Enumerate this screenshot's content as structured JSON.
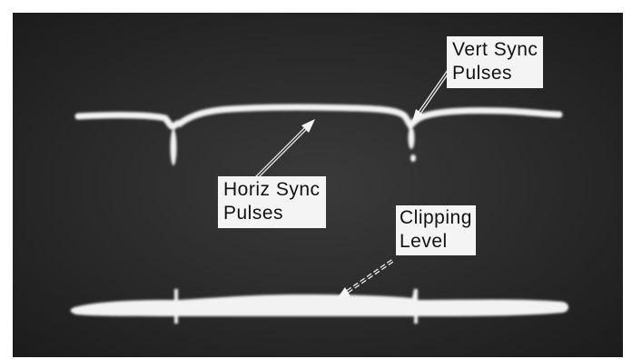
{
  "annotations": {
    "vert_sync": {
      "line1": "Vert Sync",
      "line2": "Pulses"
    },
    "horiz_sync": {
      "line1": "Horiz Sync",
      "line2": "Pulses"
    },
    "clipping": {
      "line1": "Clipping",
      "line2": "Level"
    }
  },
  "colors": {
    "screen_background": "#2b2b2b",
    "trace": "#f2f2f2",
    "label_background": "#f4f4f4",
    "label_text": "#111111"
  }
}
